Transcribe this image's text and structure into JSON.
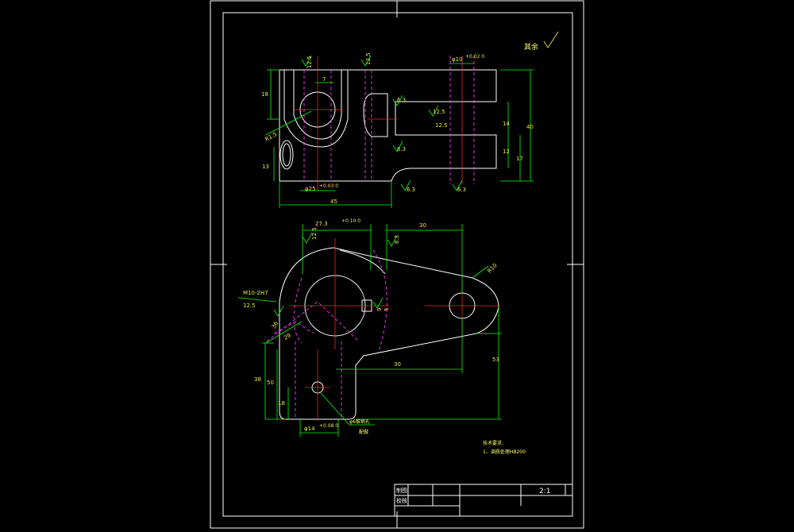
{
  "title_block": {
    "scale": "2:1",
    "label_design": "制图",
    "label_check": "校核"
  },
  "roughness_other": "其余",
  "top_view_dims": {
    "d_top_left": "12.5",
    "d_width": "7",
    "d_top_mid": "12.5",
    "d_phi10": "φ10",
    "d_phi10_tol": "+0.02 0",
    "d_height_left": "18",
    "d_r": "R1.5",
    "d_13": "13",
    "d_phi25": "φ25",
    "d_phi25_tol": "+0.03 0",
    "d_45": "45",
    "d_63_slot": "6.3",
    "d_12_5_a": "12.5",
    "d_12_5_b": "12.5",
    "d_14": "14",
    "d_40": "40",
    "d_12": "12",
    "d_17": "17",
    "d_63_a": "6.3",
    "d_63_b": "6.3",
    "d_63_c": "6.3"
  },
  "front_view_dims": {
    "d_27": "27.3",
    "d_27_tol": "+0.10 0",
    "d_12_5_top": "12.5",
    "d_6_3": "6.3",
    "d_30": "30",
    "d_r10": "R10",
    "d_m10": "M10-2H7",
    "d_12_5_side": "12.5",
    "d_36": "36",
    "d_29": "29",
    "d_38": "38",
    "d_50": "50",
    "d_18": "18",
    "d_53": "53",
    "d_phi14": "φ14",
    "d_phi14_tol": "+0.08 0",
    "d_bevel": "30°",
    "d_9": "9",
    "d_5": "5",
    "note_hole_1": "φ6锥销孔",
    "note_hole_2": "配做"
  },
  "tech_req": {
    "title": "技术要求:",
    "item_1": "1、调质处理HB200"
  }
}
